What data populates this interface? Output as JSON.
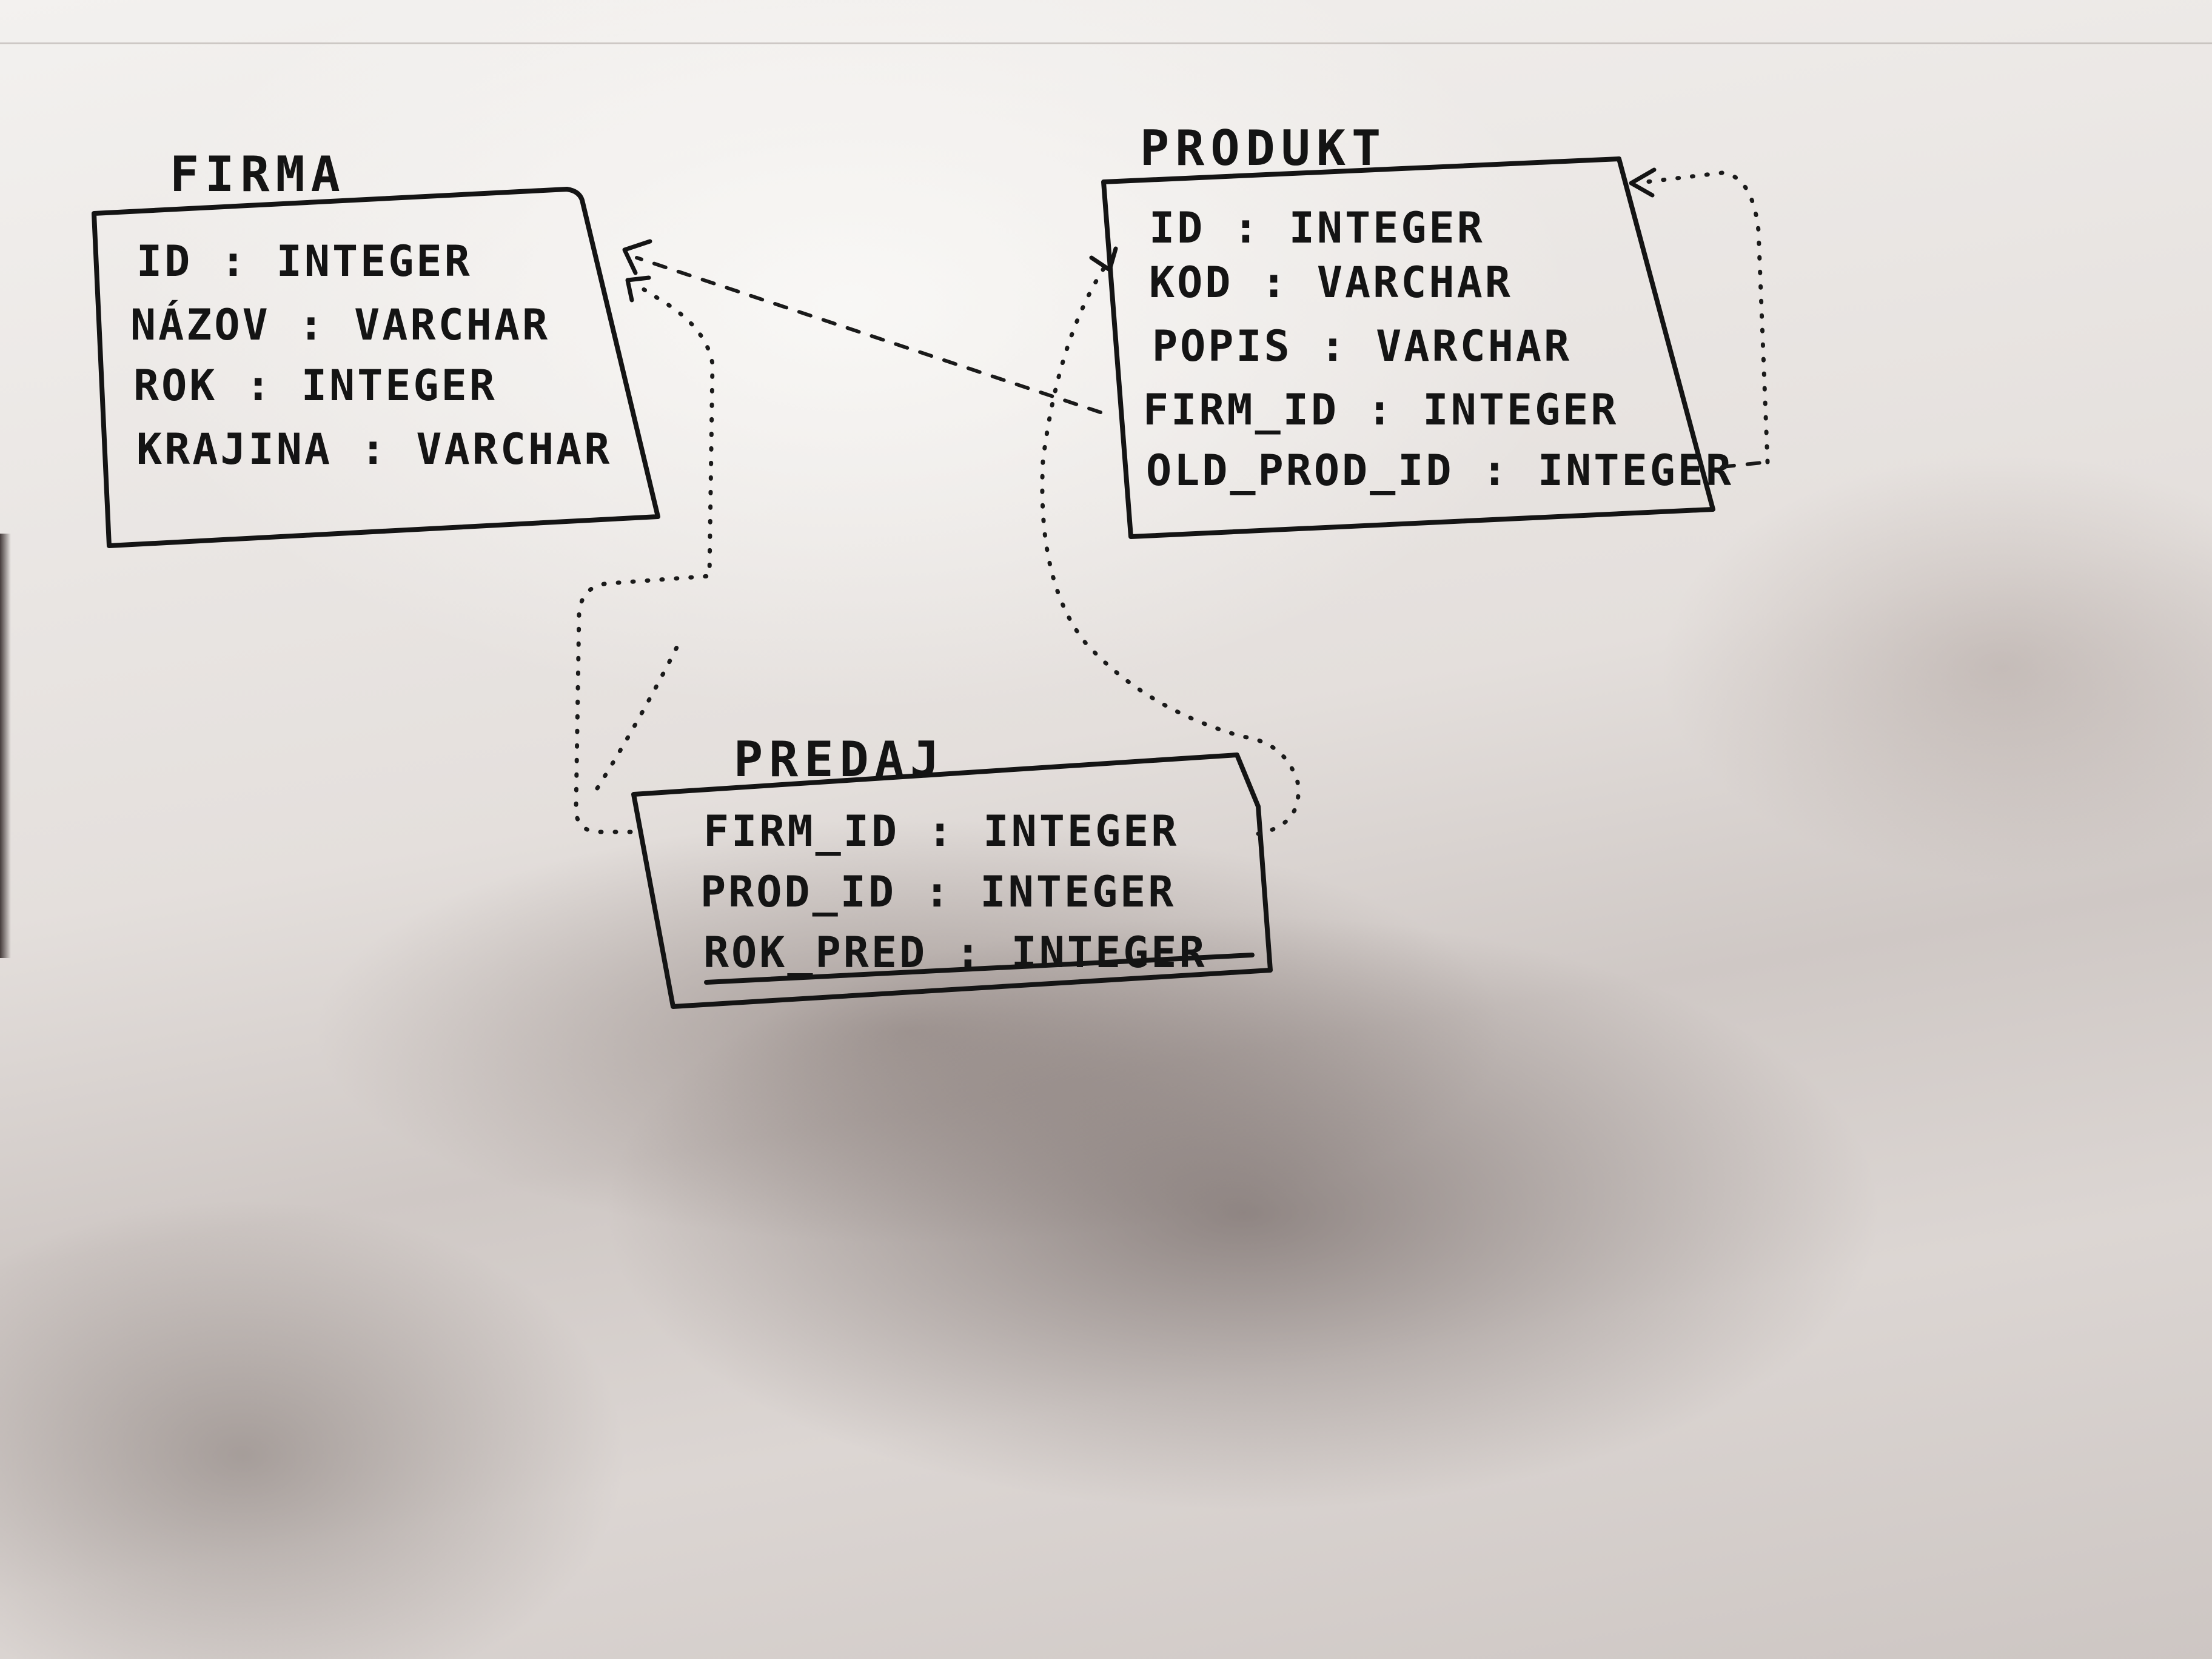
{
  "entities": [
    {
      "key": "firma",
      "name": "FIRMA",
      "attributes": [
        "ID : INTEGER",
        "NÁZOV : VARCHAR",
        "ROK : INTEGER",
        "KRAJINA : VARCHAR"
      ]
    },
    {
      "key": "produkt",
      "name": "PRODUKT",
      "attributes": [
        "ID : INTEGER",
        "KOD : VARCHAR",
        "POPIS : VARCHAR",
        "FIRM_ID : INTEGER",
        "OLD_PROD_ID : INTEGER"
      ]
    },
    {
      "key": "predaj",
      "name": "PREDAJ",
      "attributes": [
        "FIRM_ID : INTEGER",
        "PROD_ID : INTEGER",
        "ROK_PRED : INTEGER"
      ]
    }
  ],
  "relationships": [
    {
      "from": "produkt.FIRM_ID",
      "to": "firma.ID",
      "style": "dashed"
    },
    {
      "from": "predaj.FIRM_ID",
      "to": "firma.ID",
      "style": "dotted"
    },
    {
      "from": "predaj.PROD_ID",
      "to": "produkt.ID",
      "style": "dotted"
    },
    {
      "from": "produkt.OLD_PROD_ID",
      "to": "produkt.ID",
      "style": "dotted"
    }
  ],
  "colors": {
    "ink": "#141414",
    "paper": "#e7e3e0"
  }
}
